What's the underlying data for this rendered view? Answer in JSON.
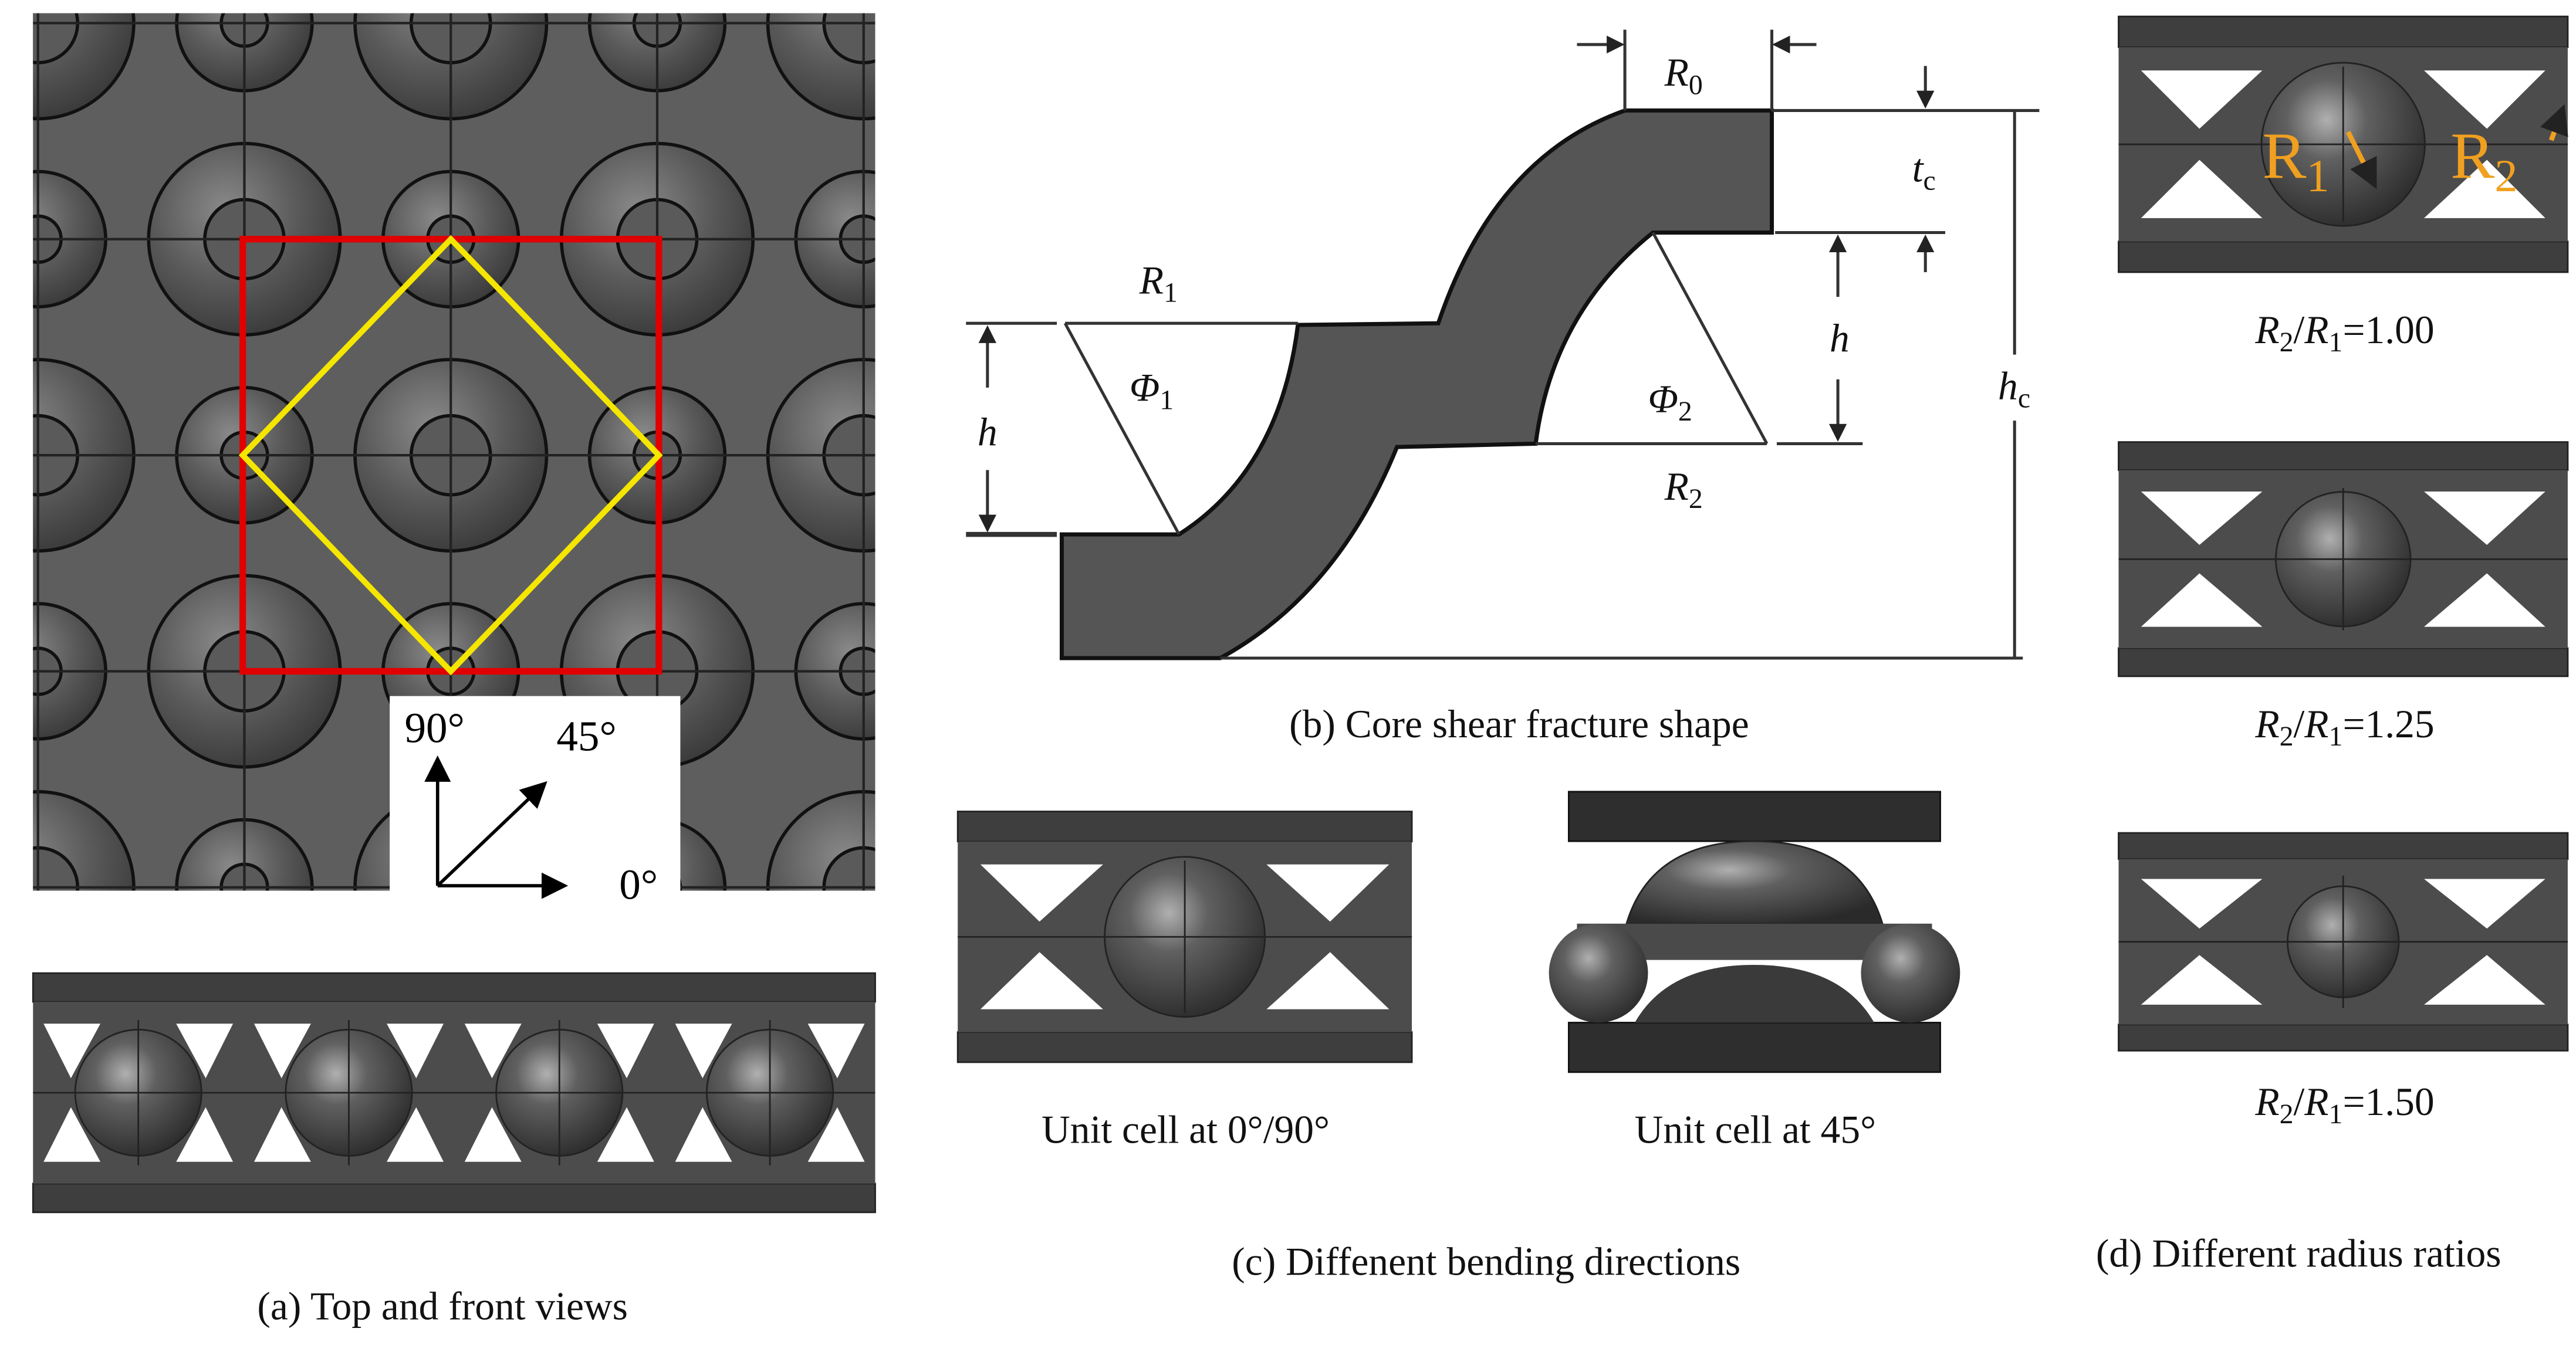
{
  "panel_a": {
    "caption": "(a) Top and front views",
    "directions": [
      "90°",
      "45°",
      "0°"
    ],
    "colors": {
      "unit_square": "#e00000",
      "rotated_square": "#f5e600"
    }
  },
  "panel_b": {
    "caption": "(b) Core shear fracture shape",
    "labels": {
      "R0": {
        "main": "R",
        "sub": "0"
      },
      "tc": {
        "main": "t",
        "sub": "c"
      },
      "h_right": {
        "main": "h"
      },
      "hc": {
        "main": "h",
        "sub": "c"
      },
      "R1": {
        "main": "R",
        "sub": "1"
      },
      "Phi1": {
        "main": "Φ",
        "sub": "1"
      },
      "h_left": {
        "main": "h"
      },
      "Phi2": {
        "main": "Φ",
        "sub": "2"
      },
      "R2": {
        "main": "R",
        "sub": "2"
      }
    }
  },
  "panel_c": {
    "caption": "(c) Diffenent bending directions",
    "cells": [
      "Unit cell at 0°/90°",
      "Unit cell at 45°"
    ]
  },
  "panel_d": {
    "caption": "(d) Different radius ratios",
    "overlay_labels": {
      "r1": {
        "main": "R",
        "sub": "1"
      },
      "r2": {
        "main": "R",
        "sub": "2"
      }
    },
    "ratios": [
      {
        "num": "R",
        "num_sub": "2",
        "den": "R",
        "den_sub": "1",
        "value": "=1.00"
      },
      {
        "num": "R",
        "num_sub": "2",
        "den": "R",
        "den_sub": "1",
        "value": "=1.25"
      },
      {
        "num": "R",
        "num_sub": "2",
        "den": "R",
        "den_sub": "1",
        "value": "=1.50"
      }
    ]
  }
}
